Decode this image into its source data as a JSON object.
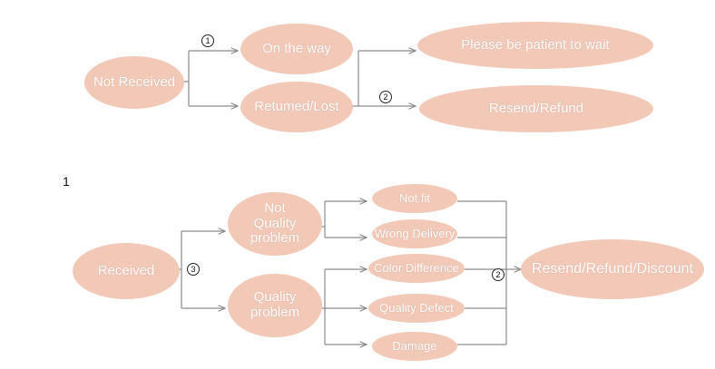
{
  "section1": {
    "root": "Not Received",
    "branch_on_way": "On the way",
    "branch_returned": "Retumed/Lost",
    "outcome_wait": "Please be patient to wait",
    "outcome_resend": "Resend/Refund",
    "marker_a": "1",
    "marker_b": "2"
  },
  "stray_label": "1",
  "section2": {
    "root": "Received",
    "branch_not_quality": "Not\nQuality\nproblem",
    "branch_quality": "Quality\nproblem",
    "leaf_not_fit": "Not fit",
    "leaf_wrong_delivery": "Wrong Delivery",
    "leaf_color_difference": "Color Difference",
    "leaf_quality_defect": "Quality Defect",
    "leaf_damage": "Damage",
    "outcome": "Resend/Refund/Discount",
    "marker_root": "3",
    "marker_merge": "2"
  },
  "colors": {
    "node_fill": "#f2c8b6",
    "node_text": "#ffffff",
    "connector": "#8c8c8c"
  }
}
